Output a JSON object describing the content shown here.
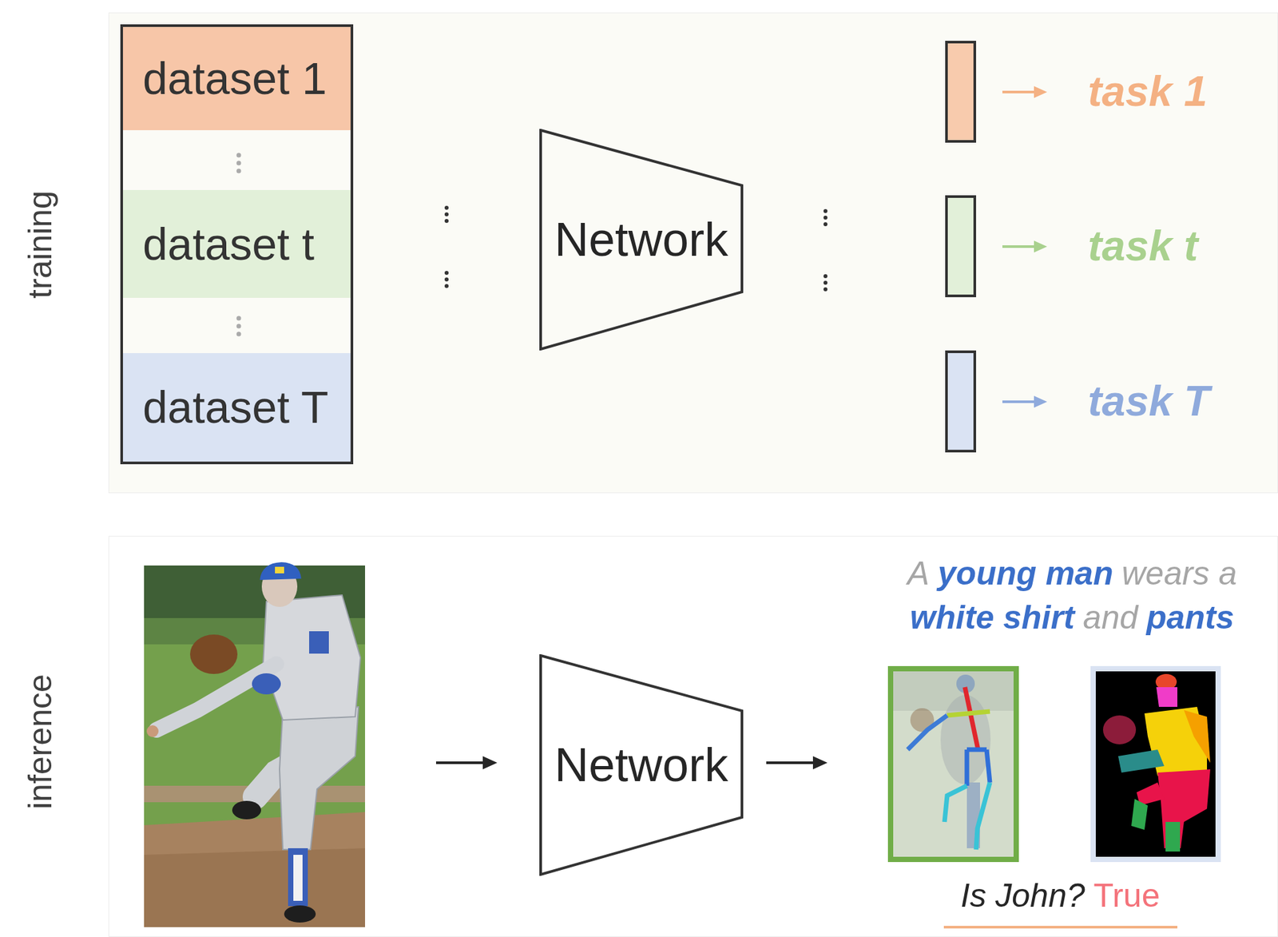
{
  "diagram": {
    "nodes": [
      {
        "text": [
          "dataset 1"
        ]
      },
      {
        "text": [
          "dataset t"
        ]
      },
      {
        "text": [
          "dataset T"
        ]
      },
      {
        "text": [
          "Network"
        ]
      },
      {
        "text": [
          "task 1"
        ]
      },
      {
        "text": [
          "task t"
        ]
      },
      {
        "text": [
          "task T"
        ]
      },
      {
        "text": [
          "Network"
        ]
      }
    ],
    "edges": [
      {
        "from": 0,
        "to": 3,
        "arrow": "to"
      },
      {
        "from": 1,
        "to": 3,
        "arrow": "to"
      },
      {
        "from": 2,
        "to": 3,
        "arrow": "to"
      },
      {
        "from": 3,
        "to": 4,
        "arrow": "to"
      },
      {
        "from": 3,
        "to": 5,
        "arrow": "to"
      },
      {
        "from": 3,
        "to": 6,
        "arrow": "to"
      }
    ],
    "labels": [
      "training",
      "inference",
      "A",
      "young man",
      "wears a",
      "white shirt",
      "and",
      "pants",
      "Is John?",
      "True"
    ]
  }
}
